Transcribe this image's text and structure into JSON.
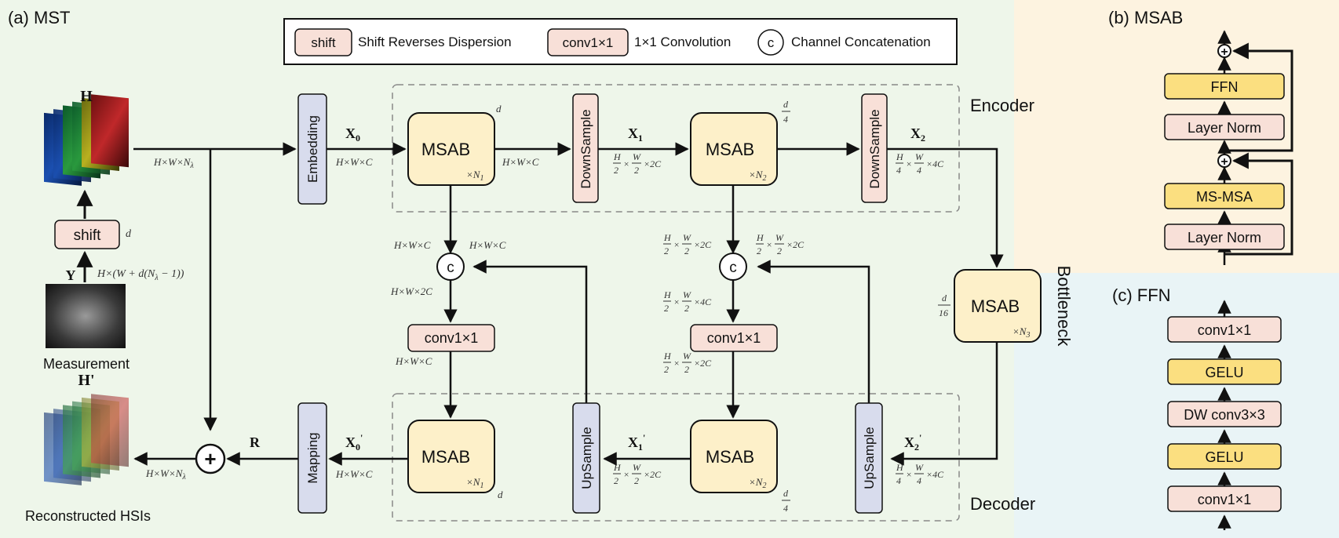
{
  "colors": {
    "bg_mst": "#eef6ea",
    "bg_msab": "#fdf3e0",
    "bg_ffn": "#e9f4f6",
    "msab_fill": "#fdf0c9",
    "conv_fill": "#f8e0d8",
    "gelu_fill": "#fbdf80",
    "purple_fill": "#d8dced",
    "line": "#111111"
  },
  "panels": {
    "mst_title": "(a) MST",
    "msab_title": "(b) MSAB",
    "ffn_title": "(c) FFN"
  },
  "legend": {
    "shift_box": "shift",
    "shift_text": "Shift  Reverses Dispersion",
    "conv_box": "conv1×1",
    "conv_text": "1×1 Convolution",
    "concat_symbol": "c",
    "concat_text": "Channel Concatenation"
  },
  "regions": {
    "encoder": "Encoder",
    "decoder": "Decoder",
    "bottleneck": "Bottleneck"
  },
  "inputs": {
    "H": "H",
    "H_prime": "H'",
    "Y": "Y",
    "R": "R",
    "measurement": "Measurement",
    "reconstructed": "Reconstructed HSIs",
    "shift": "shift",
    "shift_d": "d"
  },
  "blocks": {
    "embedding": "Embedding",
    "mapping": "Mapping",
    "msab": "MSAB",
    "downsample": "DownSample",
    "upsample": "UpSample",
    "conv": "conv1×1",
    "concat": "c",
    "plus": "+"
  },
  "tensors": {
    "X0": "X",
    "X0_sub": "0",
    "X1": "X",
    "X1_sub": "1",
    "X2": "X",
    "X2_sub": "2",
    "X0p": "X",
    "X0p_sub": "0",
    "X1p": "X",
    "X1p_sub": "1",
    "X2p": "X",
    "X2p_sub": "2",
    "prime": "'"
  },
  "multipliers": {
    "n1": "×N",
    "n1_sub": "1",
    "n2": "×N",
    "n2_sub": "2",
    "n3": "×N",
    "n3_sub": "3"
  },
  "dims": {
    "hwn": "H×W×N",
    "hwn_sub": "λ",
    "hwc": "H×W×C",
    "hw2c": "H×W×2C",
    "y_shape": "H×(W + d(N",
    "y_shape_sub": "λ",
    "y_shape_end": " − 1))",
    "d": "d",
    "d4_num": "d",
    "d4_den": "4",
    "d16_num": "d",
    "d16_den": "16",
    "half_h_num": "H",
    "half_h_den": "2",
    "half_w_num": "W",
    "half_w_den": "2",
    "quarter_den": "4",
    "times": "×",
    "c2": "×2C",
    "c4": "×4C"
  },
  "msab_panel": {
    "ffn": "FFN",
    "layer_norm_top": "Layer Norm",
    "ms_msa": "MS-MSA",
    "layer_norm_bottom": "Layer Norm"
  },
  "ffn_panel": {
    "conv_top": "conv1×1",
    "gelu_top": "GELU",
    "dwconv": "DW conv3×3",
    "gelu_bottom": "GELU",
    "conv_bottom": "conv1×1"
  }
}
